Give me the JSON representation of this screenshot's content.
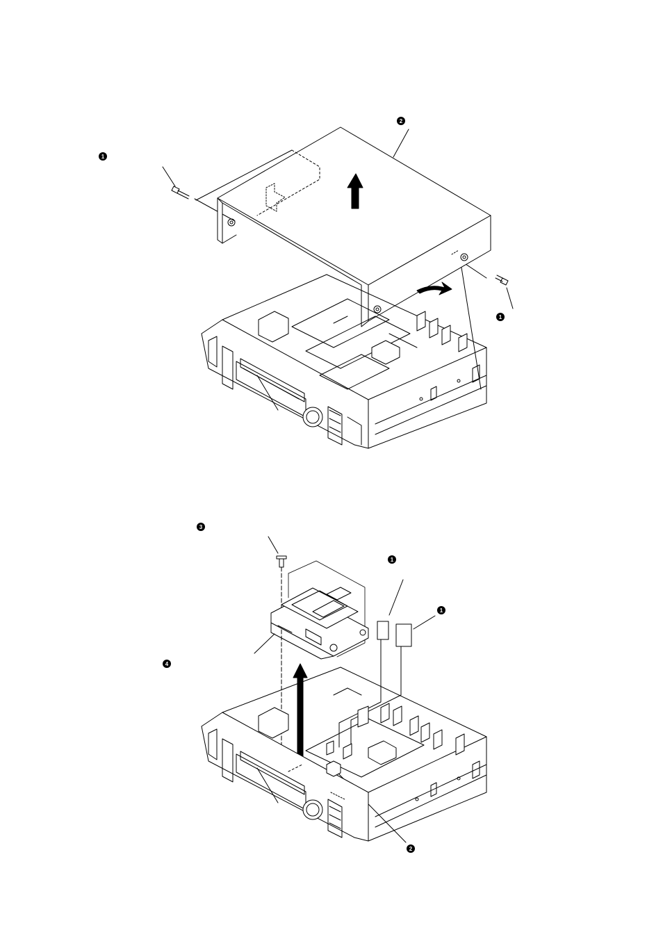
{
  "colors": {
    "line": "#000000",
    "background": "#ffffff",
    "callout_fill": "#000000",
    "callout_text": "#ffffff"
  },
  "figure_top": {
    "callouts": [
      "1",
      "2",
      "1"
    ]
  },
  "figure_bottom": {
    "callouts": [
      "3",
      "1",
      "1",
      "4",
      "2"
    ]
  }
}
